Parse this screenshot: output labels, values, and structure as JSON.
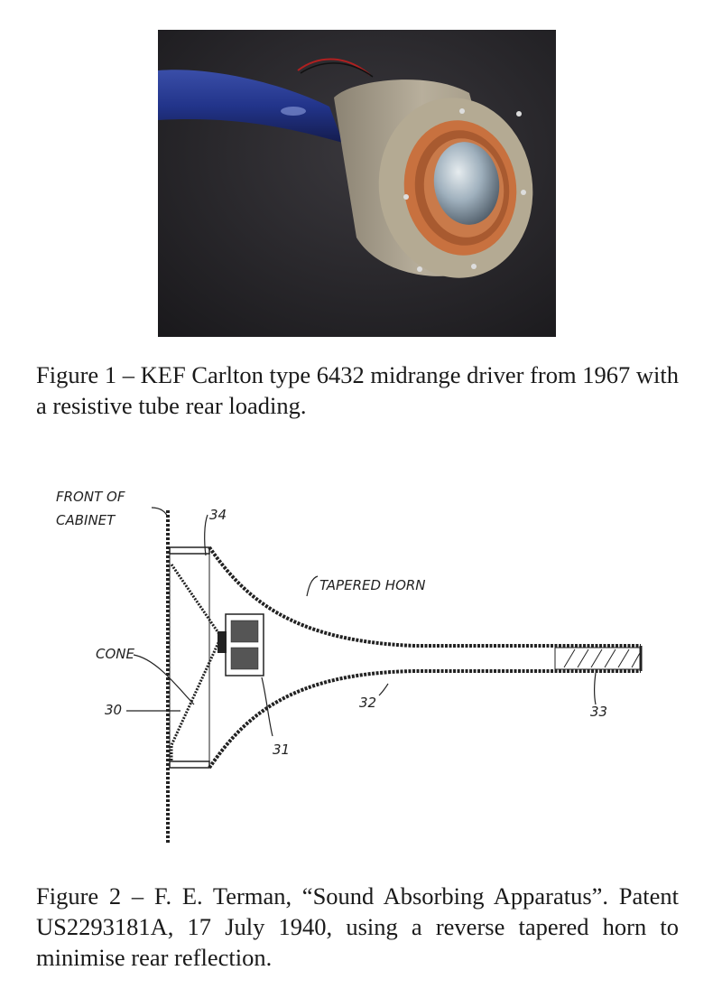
{
  "figure1": {
    "image_alt": "KEF Carlton type 6432 midrange driver with blue resistive tube",
    "caption": "Figure 1 – KEF Carlton type 6432 midrange driver from 1967 with a resistive tube rear loading."
  },
  "figure2": {
    "labels": {
      "front_of": "FRONT OF",
      "cabinet": "CABINET",
      "ref_34": "34",
      "tapered_horn": "TAPERED HORN",
      "cone": "CONE",
      "ref_30": "30",
      "ref_31": "31",
      "ref_32": "32",
      "ref_33": "33"
    },
    "caption": "Figure 2 – F. E. Terman, “Sound Absorbing Apparatus”. Patent US2293181A, 17 July 1940, using a reverse tapered horn to minimise rear reflection."
  },
  "colors": {
    "photo_background": "#262428",
    "tube_blue": "#22348a",
    "driver_body": "#b7ad98",
    "surround_copper": "#c8713f",
    "dome_silver": "#b9c4cc"
  }
}
